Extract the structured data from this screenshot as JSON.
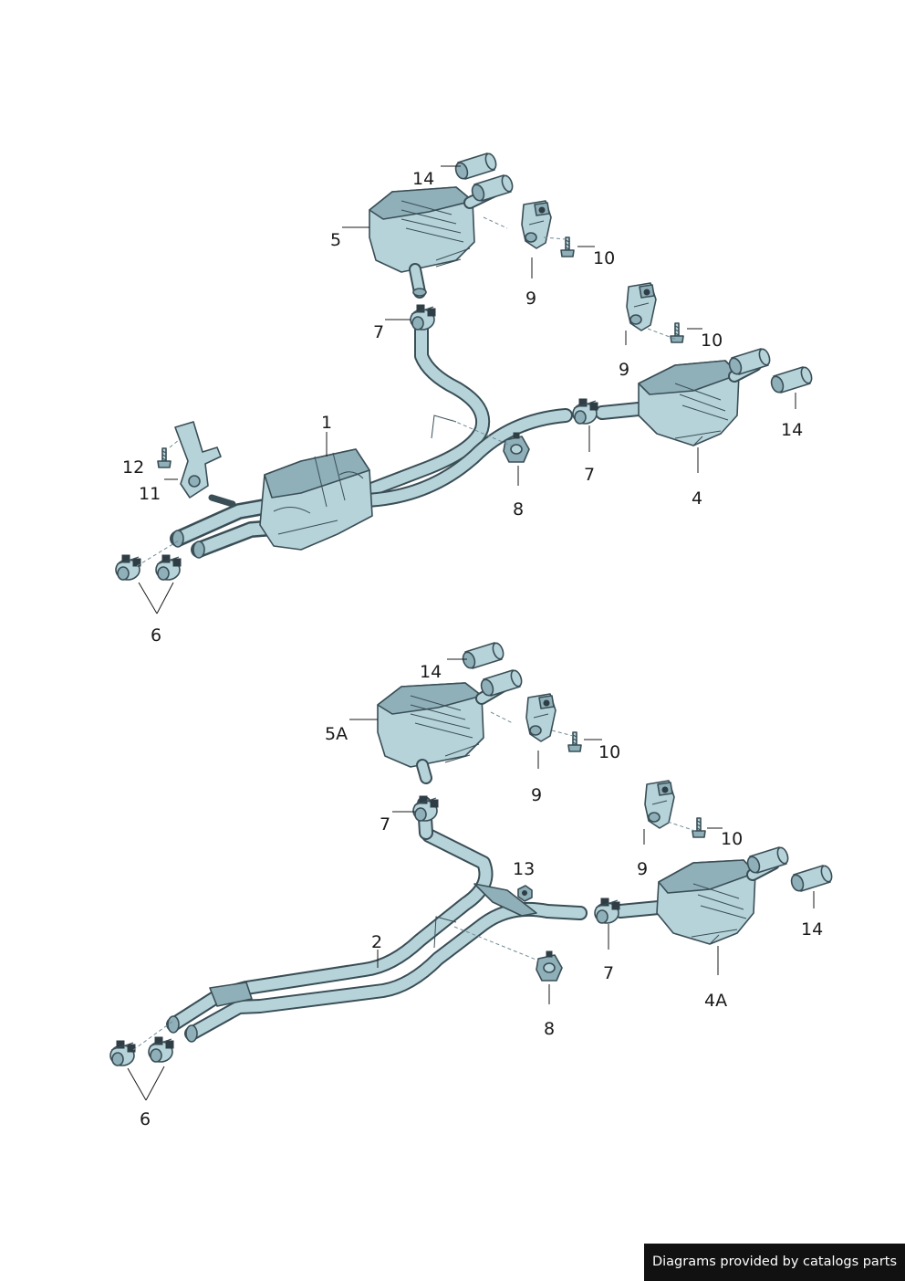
{
  "diagram": {
    "callouts_top": {
      "c1": "1",
      "c4": "4",
      "c5": "5",
      "c6": "6",
      "c7a": "7",
      "c7b": "7",
      "c8": "8",
      "c9a": "9",
      "c9b": "9",
      "c10a": "10",
      "c10b": "10",
      "c11": "11",
      "c12": "12",
      "c14a": "14",
      "c14b": "14"
    },
    "callouts_bottom": {
      "c2": "2",
      "c4a": "4A",
      "c5a": "5A",
      "c6": "6",
      "c7a": "7",
      "c7b": "7",
      "c8": "8",
      "c9a": "9",
      "c9b": "9",
      "c10a": "10",
      "c10b": "10",
      "c13": "13",
      "c14a": "14",
      "c14b": "14"
    }
  },
  "footer": {
    "credit": "Diagrams provided by catalogs parts"
  },
  "colors": {
    "part_fill": "#b7d3da",
    "part_outline": "#3a4e56",
    "credit_bg": "#111111",
    "credit_text": "#ffffff"
  }
}
